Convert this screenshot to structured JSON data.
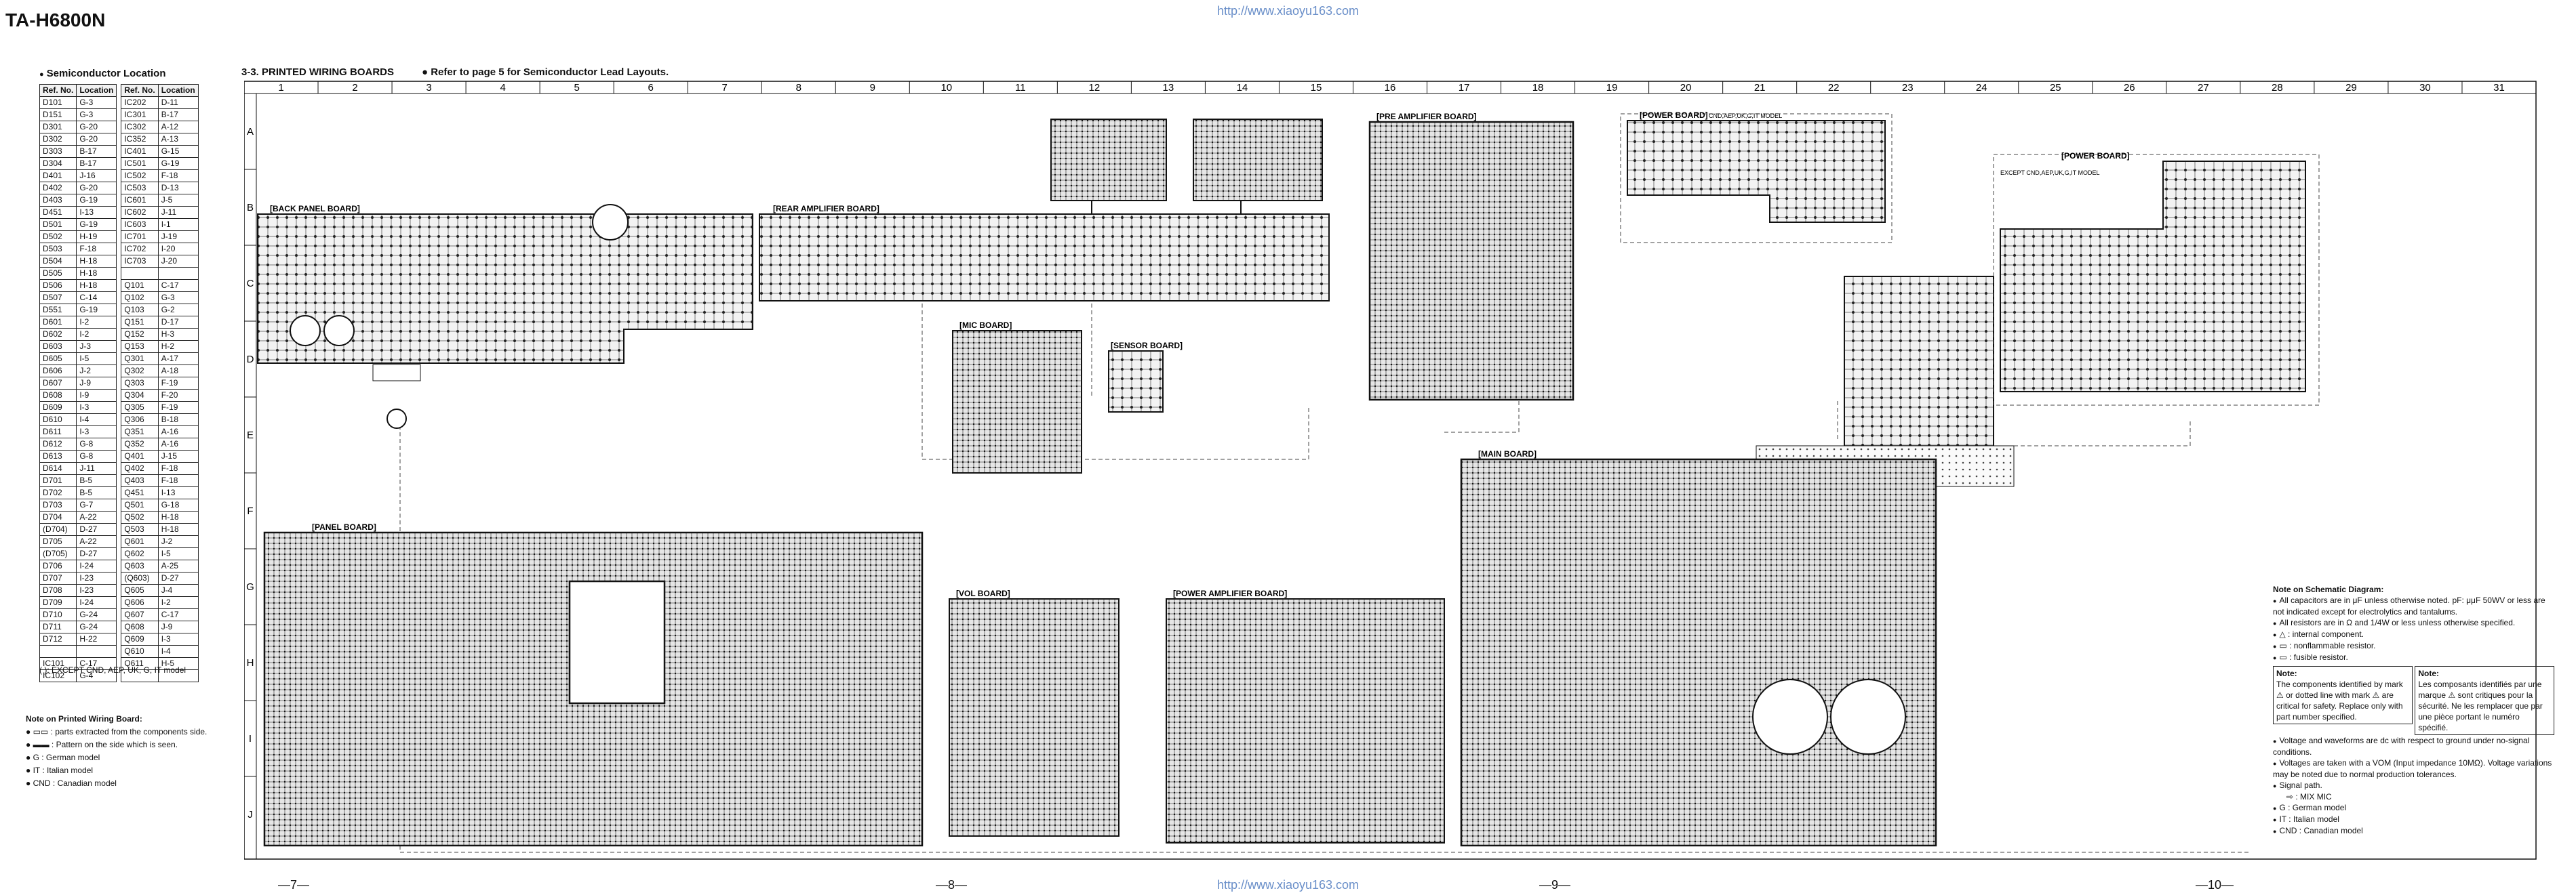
{
  "header": {
    "model": "TA-H6800N",
    "watermark_url": "http://www.xiaoyu163.com"
  },
  "semiconductor_location": {
    "title": "Semiconductor Location",
    "headers": [
      "Ref. No.",
      "Location",
      "Ref. No.",
      "Location"
    ],
    "rows": [
      [
        "D101",
        "G-3",
        "IC202",
        "D-11"
      ],
      [
        "D151",
        "G-3",
        "IC301",
        "B-17"
      ],
      [
        "D301",
        "G-20",
        "IC302",
        "A-12"
      ],
      [
        "D302",
        "G-20",
        "IC352",
        "A-13"
      ],
      [
        "D303",
        "B-17",
        "IC401",
        "G-15"
      ],
      [
        "D304",
        "B-17",
        "IC501",
        "G-19"
      ],
      [
        "D401",
        "J-16",
        "IC502",
        "F-18"
      ],
      [
        "D402",
        "G-20",
        "IC503",
        "D-13"
      ],
      [
        "D403",
        "G-19",
        "IC601",
        "J-5"
      ],
      [
        "D451",
        "I-13",
        "IC602",
        "J-11"
      ],
      [
        "D501",
        "G-19",
        "IC603",
        "I-1"
      ],
      [
        "D502",
        "H-19",
        "IC701",
        "J-19"
      ],
      [
        "D503",
        "F-18",
        "IC702",
        "I-20"
      ],
      [
        "D504",
        "H-18",
        "IC703",
        "J-20"
      ],
      [
        "D505",
        "H-18",
        "",
        ""
      ],
      [
        "D506",
        "H-18",
        "Q101",
        "C-17"
      ],
      [
        "D507",
        "C-14",
        "Q102",
        "G-3"
      ],
      [
        "D551",
        "G-19",
        "Q103",
        "G-2"
      ],
      [
        "D601",
        "I-2",
        "Q151",
        "D-17"
      ],
      [
        "D602",
        "I-2",
        "Q152",
        "H-3"
      ],
      [
        "D603",
        "J-3",
        "Q153",
        "H-2"
      ],
      [
        "D605",
        "I-5",
        "Q301",
        "A-17"
      ],
      [
        "D606",
        "J-2",
        "Q302",
        "A-18"
      ],
      [
        "D607",
        "J-9",
        "Q303",
        "F-19"
      ],
      [
        "D608",
        "I-9",
        "Q304",
        "F-20"
      ],
      [
        "D609",
        "I-3",
        "Q305",
        "F-19"
      ],
      [
        "D610",
        "I-4",
        "Q306",
        "B-18"
      ],
      [
        "D611",
        "I-3",
        "Q351",
        "A-16"
      ],
      [
        "D612",
        "G-8",
        "Q352",
        "A-16"
      ],
      [
        "D613",
        "G-8",
        "Q401",
        "J-15"
      ],
      [
        "D614",
        "J-11",
        "Q402",
        "F-18"
      ],
      [
        "D701",
        "B-5",
        "Q403",
        "F-18"
      ],
      [
        "D702",
        "B-5",
        "Q451",
        "I-13"
      ],
      [
        "D703",
        "G-7",
        "Q501",
        "G-18"
      ],
      [
        "D704",
        "A-22",
        "Q502",
        "H-18"
      ],
      [
        "(D704)",
        "D-27",
        "Q503",
        "H-18"
      ],
      [
        "D705",
        "A-22",
        "Q601",
        "J-2"
      ],
      [
        "(D705)",
        "D-27",
        "Q602",
        "I-5"
      ],
      [
        "D706",
        "I-24",
        "Q603",
        "A-25"
      ],
      [
        "D707",
        "I-23",
        "(Q603)",
        "D-27"
      ],
      [
        "D708",
        "I-23",
        "Q605",
        "J-4"
      ],
      [
        "D709",
        "I-24",
        "Q606",
        "I-2"
      ],
      [
        "D710",
        "G-24",
        "Q607",
        "C-17"
      ],
      [
        "D711",
        "G-24",
        "Q608",
        "J-9"
      ],
      [
        "D712",
        "H-22",
        "Q609",
        "I-3"
      ],
      [
        "",
        "",
        "Q610",
        "I-4"
      ],
      [
        "IC101",
        "C-17",
        "Q611",
        "H-5"
      ],
      [
        "IC102",
        "G-4",
        "",
        ""
      ]
    ],
    "note": "( ): EXCEPT CND, AEP, UK, G, IT model"
  },
  "pwb_note": {
    "title": "Note on Printed Wiring Board:",
    "items": [
      "● ▭▭ : parts extracted from the components side.",
      "● ▬▬ : Pattern on the side which is seen.",
      "● G : German model",
      "● IT : Italian model",
      "● CND : Canadian model"
    ]
  },
  "section": {
    "title": "3-3.  PRINTED WIRING BOARDS",
    "ref": "● Refer to page 5 for Semiconductor Lead Layouts."
  },
  "grid": {
    "columns": [
      "1",
      "2",
      "3",
      "4",
      "5",
      "6",
      "7",
      "8",
      "9",
      "10",
      "11",
      "12",
      "13",
      "14",
      "15",
      "16",
      "17",
      "18",
      "19",
      "20",
      "21",
      "22",
      "23",
      "24",
      "25",
      "26",
      "27",
      "28",
      "29",
      "30",
      "31"
    ],
    "rows": [
      "A",
      "B",
      "C",
      "D",
      "E",
      "F",
      "G",
      "H",
      "I",
      "J"
    ]
  },
  "boards": [
    {
      "id": "back-panel",
      "label": "[BACK PANEL BOARD]"
    },
    {
      "id": "rear-amp",
      "label": "[REAR AMPLIFIER BOARD]"
    },
    {
      "id": "pre-amp",
      "label": "[PRE AMPLIFIER BOARD]"
    },
    {
      "id": "power-cnd",
      "label": "[POWER BOARD]",
      "sub": "CND,AEP,UK,G,IT MODEL"
    },
    {
      "id": "power-except",
      "label": "[POWER BOARD]",
      "sub": "EXCEPT CND,AEP,UK,G,IT MODEL"
    },
    {
      "id": "mic",
      "label": "[MIC BOARD]"
    },
    {
      "id": "sensor",
      "label": "[SENSOR BOARD]"
    },
    {
      "id": "main",
      "label": "[MAIN BOARD]"
    },
    {
      "id": "panel",
      "label": "[PANEL BOARD]"
    },
    {
      "id": "vol",
      "label": "[VOL BOARD]"
    },
    {
      "id": "power-amp",
      "label": "[POWER AMPLIFIER BOARD]"
    }
  ],
  "pages": [
    "—7—",
    "—8—",
    "—9—",
    "—10—"
  ],
  "schematic_note": {
    "title": "Note on Schematic Diagram:",
    "items": [
      "All capacitors are in μF unless otherwise noted. pF: μμF 50WV or less are not indicated except for electrolytics and tantalums.",
      "All resistors are in Ω and 1/4W or less unless otherwise specified.",
      "△ : internal component.",
      "▭ : nonflammable resistor.",
      "▭ : fusible resistor."
    ],
    "box_en_title": "Note:",
    "box_en": "The components identified by mark ⚠ or dotted line with mark ⚠ are critical for safety. Replace only with part number specified.",
    "box_fr_title": "Note:",
    "box_fr": "Les composants identifiés par une marque ⚠ sont critiques pour la sécurité. Ne les remplacer que par une pièce portant le numéro spécifié.",
    "items2": [
      "Voltage and waveforms are dc with respect to ground under no-signal conditions.",
      "Voltages are taken with a VOM (Input impedance 10MΩ). Voltage variations may be noted due to normal production tolerances.",
      "Signal path."
    ],
    "legend": [
      "⇨ : MIX MIC",
      "G : German model",
      "IT : Italian model",
      "CND : Canadian model"
    ]
  }
}
